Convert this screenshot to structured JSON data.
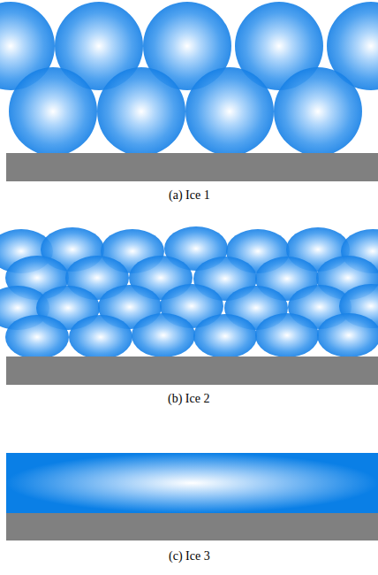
{
  "diagram": {
    "labels": [
      "(a) Ice 1",
      "(b) Ice 2",
      "(c) Ice 3"
    ]
  }
}
